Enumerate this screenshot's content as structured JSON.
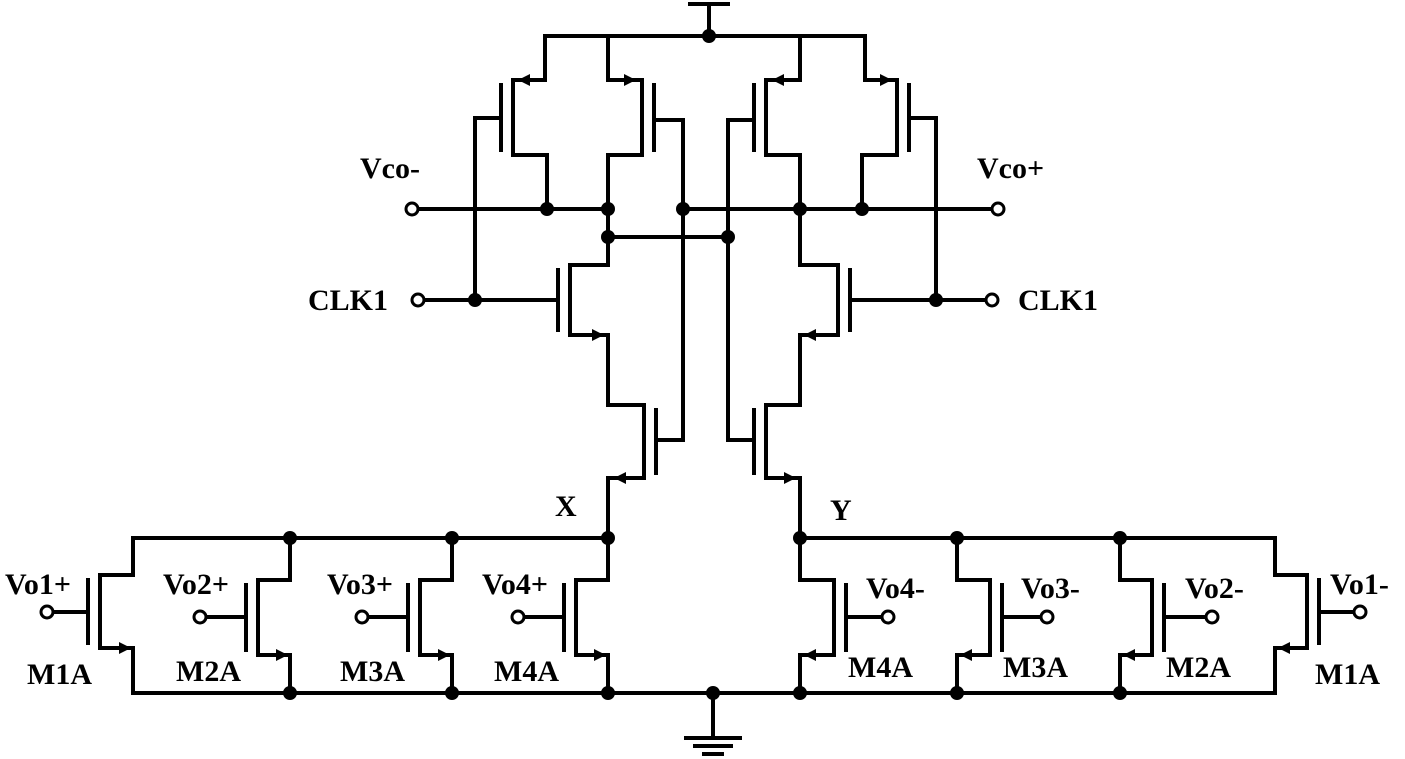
{
  "terminals": {
    "vco_minus": "Vco-",
    "vco_plus": "Vco+",
    "clk1_left": "CLK1",
    "clk1_right": "CLK1",
    "node_x": "X",
    "node_y": "Y",
    "vo1_plus": "Vo1+",
    "vo2_plus": "Vo2+",
    "vo3_plus": "Vo3+",
    "vo4_plus": "Vo4+",
    "vo4_minus": "Vo4-",
    "vo3_minus": "Vo3-",
    "vo2_minus": "Vo2-",
    "vo1_minus": "Vo1-"
  },
  "transistors": {
    "left": [
      "M1A",
      "M2A",
      "M3A",
      "M4A"
    ],
    "right": [
      "M4A",
      "M3A",
      "M2A",
      "M1A"
    ]
  },
  "supplies": {
    "vdd_symbol": "vdd-icon",
    "gnd_symbol": "ground-icon"
  }
}
